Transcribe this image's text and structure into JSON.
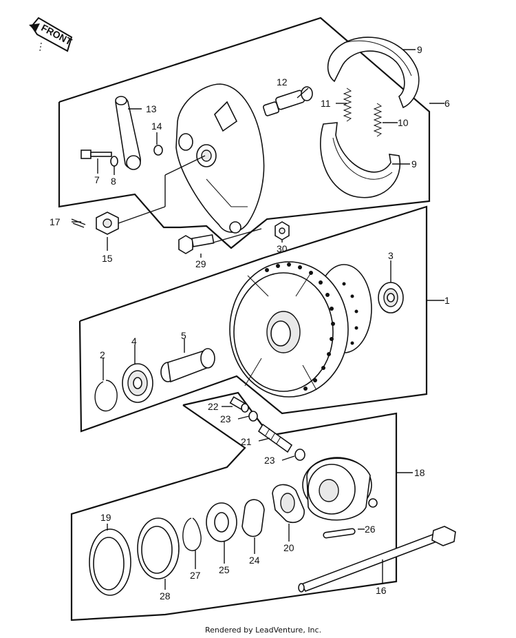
{
  "front_badge": "FRONT",
  "credit": "Rendered by LeadVenture, Inc.",
  "parts": [
    {
      "id": "p1",
      "label": "1"
    },
    {
      "id": "p2",
      "label": "2"
    },
    {
      "id": "p3",
      "label": "3"
    },
    {
      "id": "p4",
      "label": "4"
    },
    {
      "id": "p5",
      "label": "5"
    },
    {
      "id": "p6",
      "label": "6"
    },
    {
      "id": "p7",
      "label": "7"
    },
    {
      "id": "p8",
      "label": "8"
    },
    {
      "id": "p9a",
      "label": "9"
    },
    {
      "id": "p9b",
      "label": "9"
    },
    {
      "id": "p10",
      "label": "10"
    },
    {
      "id": "p11",
      "label": "11"
    },
    {
      "id": "p12",
      "label": "12"
    },
    {
      "id": "p13",
      "label": "13"
    },
    {
      "id": "p14",
      "label": "14"
    },
    {
      "id": "p15",
      "label": "15"
    },
    {
      "id": "p16",
      "label": "16"
    },
    {
      "id": "p17",
      "label": "17"
    },
    {
      "id": "p18",
      "label": "18"
    },
    {
      "id": "p19",
      "label": "19"
    },
    {
      "id": "p20",
      "label": "20"
    },
    {
      "id": "p21",
      "label": "21"
    },
    {
      "id": "p22",
      "label": "22"
    },
    {
      "id": "p23a",
      "label": "23"
    },
    {
      "id": "p23b",
      "label": "23"
    },
    {
      "id": "p24",
      "label": "24"
    },
    {
      "id": "p25",
      "label": "25"
    },
    {
      "id": "p26",
      "label": "26"
    },
    {
      "id": "p27",
      "label": "27"
    },
    {
      "id": "p28",
      "label": "28"
    },
    {
      "id": "p29",
      "label": "29"
    },
    {
      "id": "p30",
      "label": "30"
    }
  ]
}
